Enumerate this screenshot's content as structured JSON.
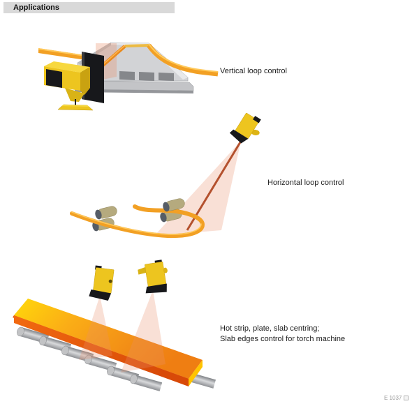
{
  "header": {
    "title": "Applications"
  },
  "figures": {
    "vertical": {
      "label": "Vertical loop control"
    },
    "horizontal": {
      "label": "Horizontal loop control"
    },
    "slab": {
      "label_line1": "Hot strip, plate, slab centring;",
      "label_line2": "Slab edges control for torch machine"
    }
  },
  "footer": {
    "figure_ref": "E 1037"
  },
  "colors": {
    "header_bar": "#d9d9d9",
    "camera_yellow": "#edc51f",
    "strip_orange": "#f2a024",
    "fan_pink": "#e8906a",
    "beam_red": "#b4512e"
  }
}
